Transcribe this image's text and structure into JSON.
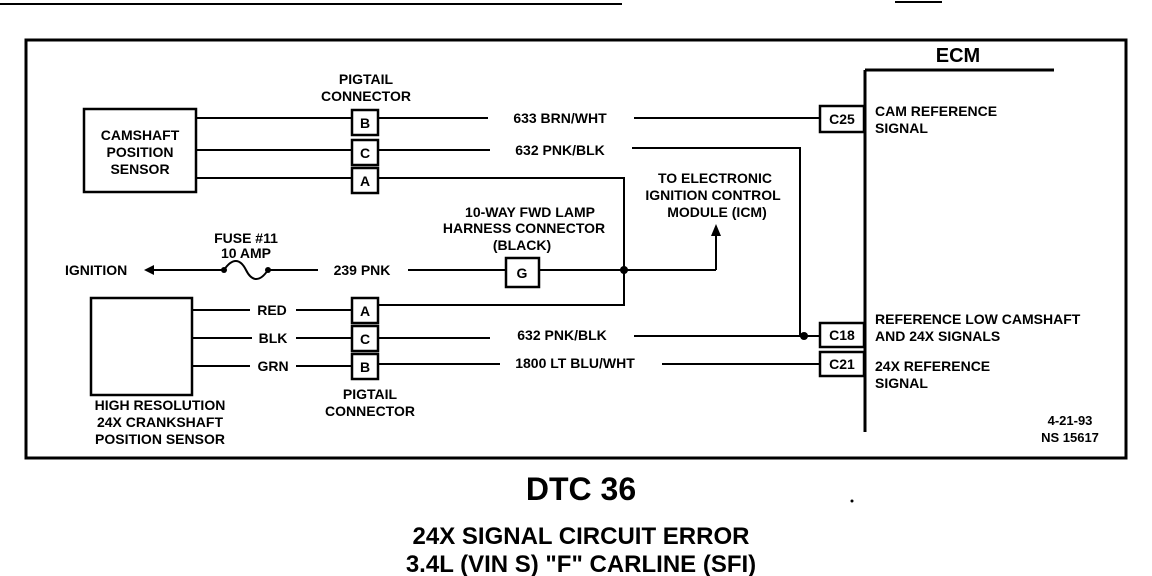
{
  "diagram": {
    "ecm_label": "ECM",
    "ecm_pins": {
      "c25": {
        "pin": "C25",
        "label_1": "CAM REFERENCE",
        "label_2": "SIGNAL"
      },
      "c18": {
        "pin": "C18",
        "label_1": "REFERENCE LOW CAMSHAFT",
        "label_2": "AND 24X SIGNALS"
      },
      "c21": {
        "pin": "C21",
        "label_1": "24X REFERENCE",
        "label_2": "SIGNAL"
      }
    },
    "camshaft_sensor": {
      "line_1": "CAMSHAFT",
      "line_2": "POSITION",
      "line_3": "SENSOR"
    },
    "crankshaft_sensor": {
      "line_1": "HIGH RESOLUTION",
      "line_2": "24X CRANKSHAFT",
      "line_3": "POSITION SENSOR"
    },
    "pigtail_top": {
      "line_1": "PIGTAIL",
      "line_2": "CONNECTOR",
      "pins": [
        "B",
        "C",
        "A"
      ]
    },
    "pigtail_bottom": {
      "line_1": "PIGTAIL",
      "line_2": "CONNECTOR",
      "pins": [
        "A",
        "C",
        "B"
      ]
    },
    "lamp_connector": {
      "line_1": "10-WAY FWD LAMP",
      "line_2": "HARNESS CONNECTOR",
      "line_3": "(BLACK)",
      "pin": "G"
    },
    "icm_note": {
      "line_1": "TO ELECTRONIC",
      "line_2": "IGNITION CONTROL",
      "line_3": "MODULE (ICM)"
    },
    "fuse": {
      "line_1": "FUSE #11",
      "line_2": "10 AMP"
    },
    "ignition_label": "IGNITION",
    "wires": {
      "w633": "633 BRN/WHT",
      "w632_top": "632 PNK/BLK",
      "w239": "239 PNK",
      "w632_bottom": "632 PNK/BLK",
      "w1800": "1800 LT BLU/WHT"
    },
    "crank_wire_colors": {
      "red": "RED",
      "blk": "BLK",
      "grn": "GRN"
    },
    "date_code": "4-21-93",
    "ns_code": "NS 15617"
  },
  "caption": {
    "title": "DTC 36",
    "subtitle_1": "24X SIGNAL CIRCUIT ERROR",
    "subtitle_2": "3.4L  (VIN S)  \"F\"  CARLINE  (SFI)"
  }
}
